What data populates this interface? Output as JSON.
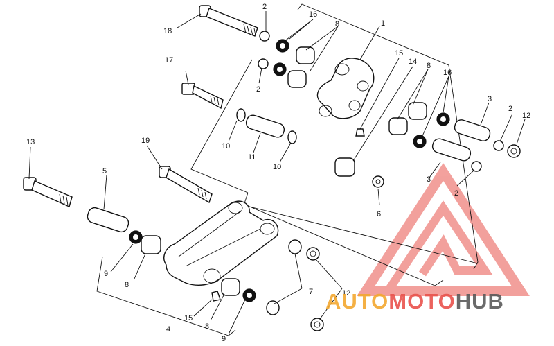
{
  "diagram": {
    "callouts": [
      {
        "id": "c1",
        "text": "1"
      },
      {
        "id": "c2a",
        "text": "2"
      },
      {
        "id": "c2b",
        "text": "2"
      },
      {
        "id": "c2c",
        "text": "2"
      },
      {
        "id": "c2d",
        "text": "2"
      },
      {
        "id": "c3a",
        "text": "3"
      },
      {
        "id": "c3b",
        "text": "3"
      },
      {
        "id": "c4",
        "text": "4"
      },
      {
        "id": "c5",
        "text": "5"
      },
      {
        "id": "c6",
        "text": "6"
      },
      {
        "id": "c7",
        "text": "7"
      },
      {
        "id": "c8a",
        "text": "8"
      },
      {
        "id": "c8b",
        "text": "8"
      },
      {
        "id": "c8c",
        "text": "8"
      },
      {
        "id": "c8d",
        "text": "8"
      },
      {
        "id": "c9a",
        "text": "9"
      },
      {
        "id": "c9b",
        "text": "9"
      },
      {
        "id": "c10a",
        "text": "10"
      },
      {
        "id": "c10b",
        "text": "10"
      },
      {
        "id": "c11",
        "text": "11"
      },
      {
        "id": "c12a",
        "text": "12"
      },
      {
        "id": "c12b",
        "text": "12"
      },
      {
        "id": "c13",
        "text": "13"
      },
      {
        "id": "c14",
        "text": "14"
      },
      {
        "id": "c15a",
        "text": "15"
      },
      {
        "id": "c15b",
        "text": "15"
      },
      {
        "id": "c16a",
        "text": "16"
      },
      {
        "id": "c16b",
        "text": "16"
      },
      {
        "id": "c17",
        "text": "17"
      },
      {
        "id": "c18",
        "text": "18"
      },
      {
        "id": "c19",
        "text": "19"
      }
    ]
  },
  "watermark": {
    "part1": "AUTO",
    "part2": "MOTO",
    "part3": "HUB",
    "color_red": "#e9534d",
    "color_orange": "#f3a830",
    "color_gray": "#5a5a5a"
  }
}
